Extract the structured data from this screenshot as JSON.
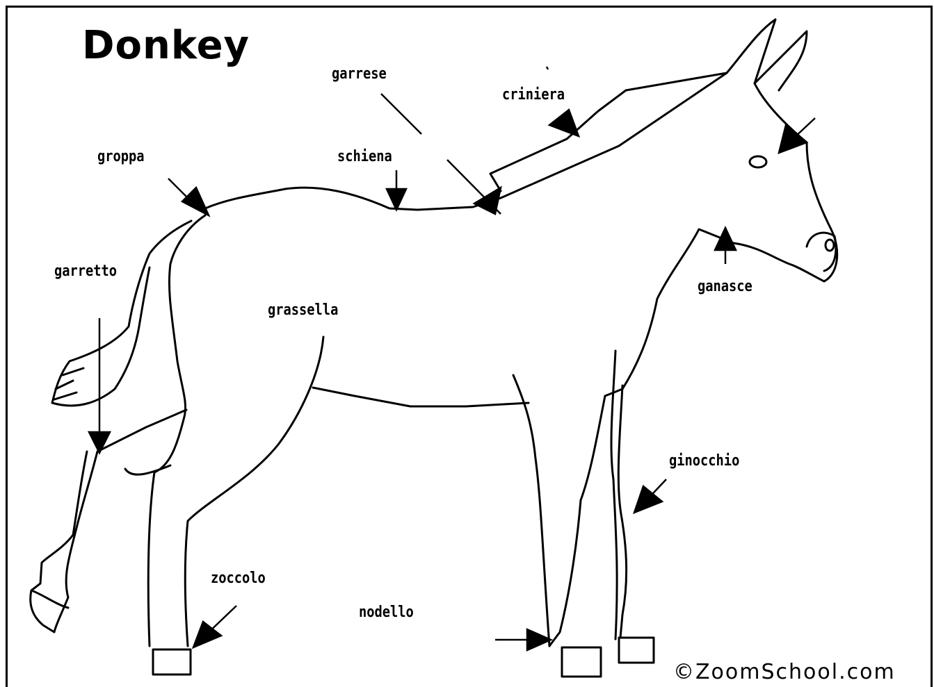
{
  "title": "Donkey",
  "labels": {
    "garrese": "garrese",
    "criniera": "criniera",
    "groppa": "groppa",
    "schiena": "schiena",
    "garretto": "garretto",
    "grassella": "grassella",
    "ganasce": "ganasce",
    "ginocchio": "ginocchio",
    "zoccolo": "zoccolo",
    "nodello": "nodello"
  },
  "copyright": "©ZoomSchool.com"
}
